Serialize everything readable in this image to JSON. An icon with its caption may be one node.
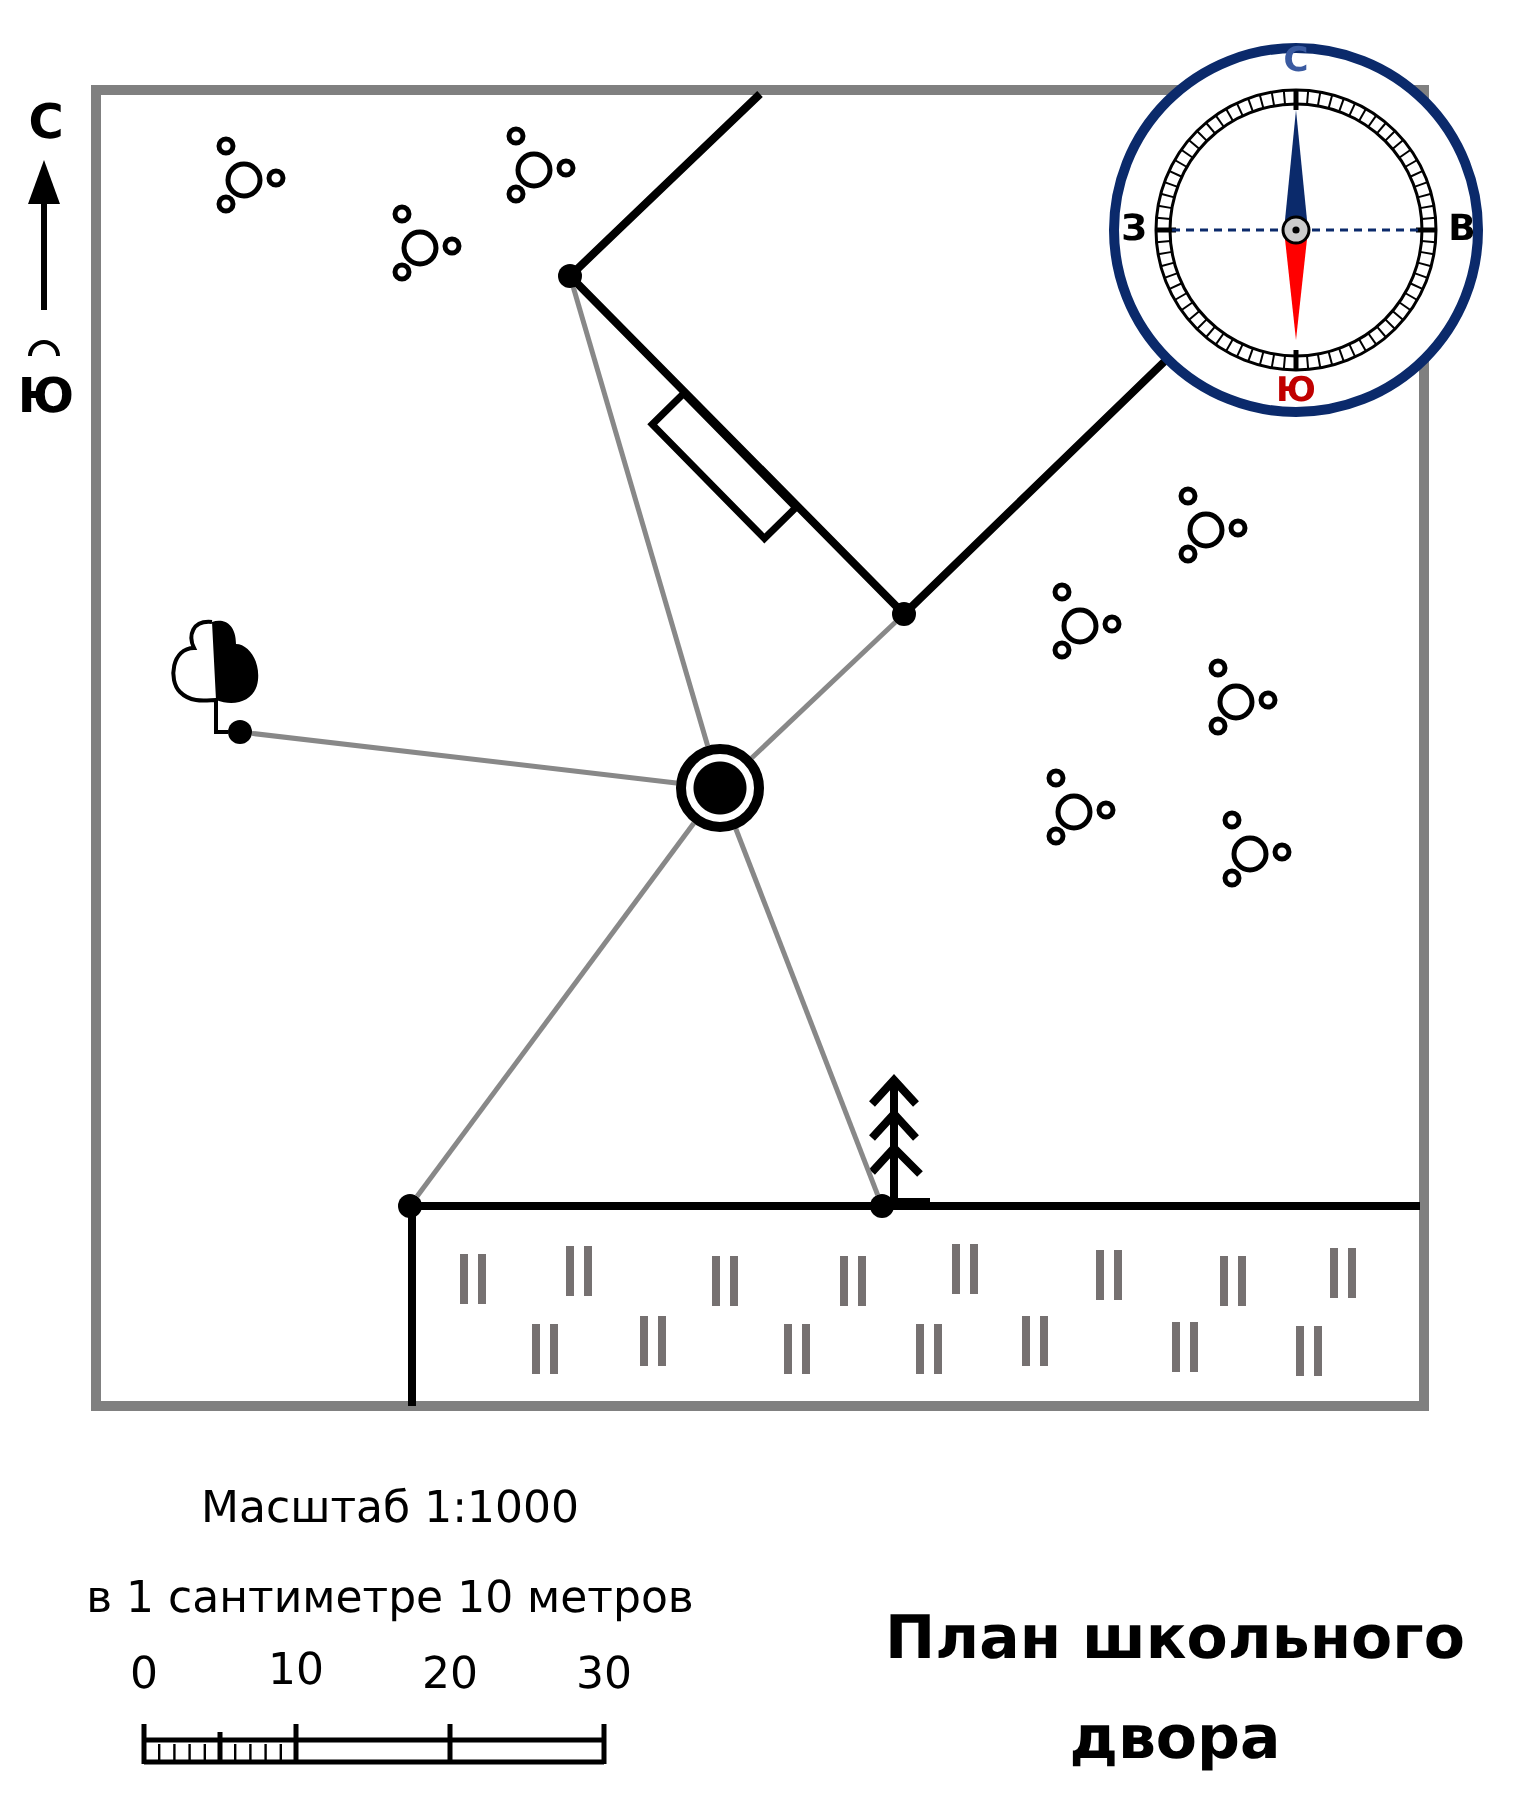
{
  "diagram": {
    "title": "План школьного двора",
    "nodes": [
      {
        "text": [],
        "shape": "circle"
      },
      {
        "text": [],
        "shape": "circle"
      },
      {
        "text": [],
        "shape": "circle"
      },
      {
        "text": [],
        "shape": "circle"
      },
      {
        "text": [],
        "shape": "circle"
      },
      {
        "text": [],
        "shape": "circle"
      }
    ],
    "edges": [
      {
        "from": 0,
        "to": 1,
        "arrow": "none"
      },
      {
        "from": 0,
        "to": 2,
        "arrow": "none"
      },
      {
        "from": 0,
        "to": 3,
        "arrow": "none"
      },
      {
        "from": 0,
        "to": 4,
        "arrow": "none"
      },
      {
        "from": 0,
        "to": 5,
        "arrow": "none"
      }
    ],
    "labels": [
      "С",
      "Ю",
      "С",
      "З",
      "В",
      "Ю",
      "Масштаб 1:1000",
      "в 1 сантиметре 10 метров",
      "0",
      "10",
      "20",
      "30"
    ]
  }
}
